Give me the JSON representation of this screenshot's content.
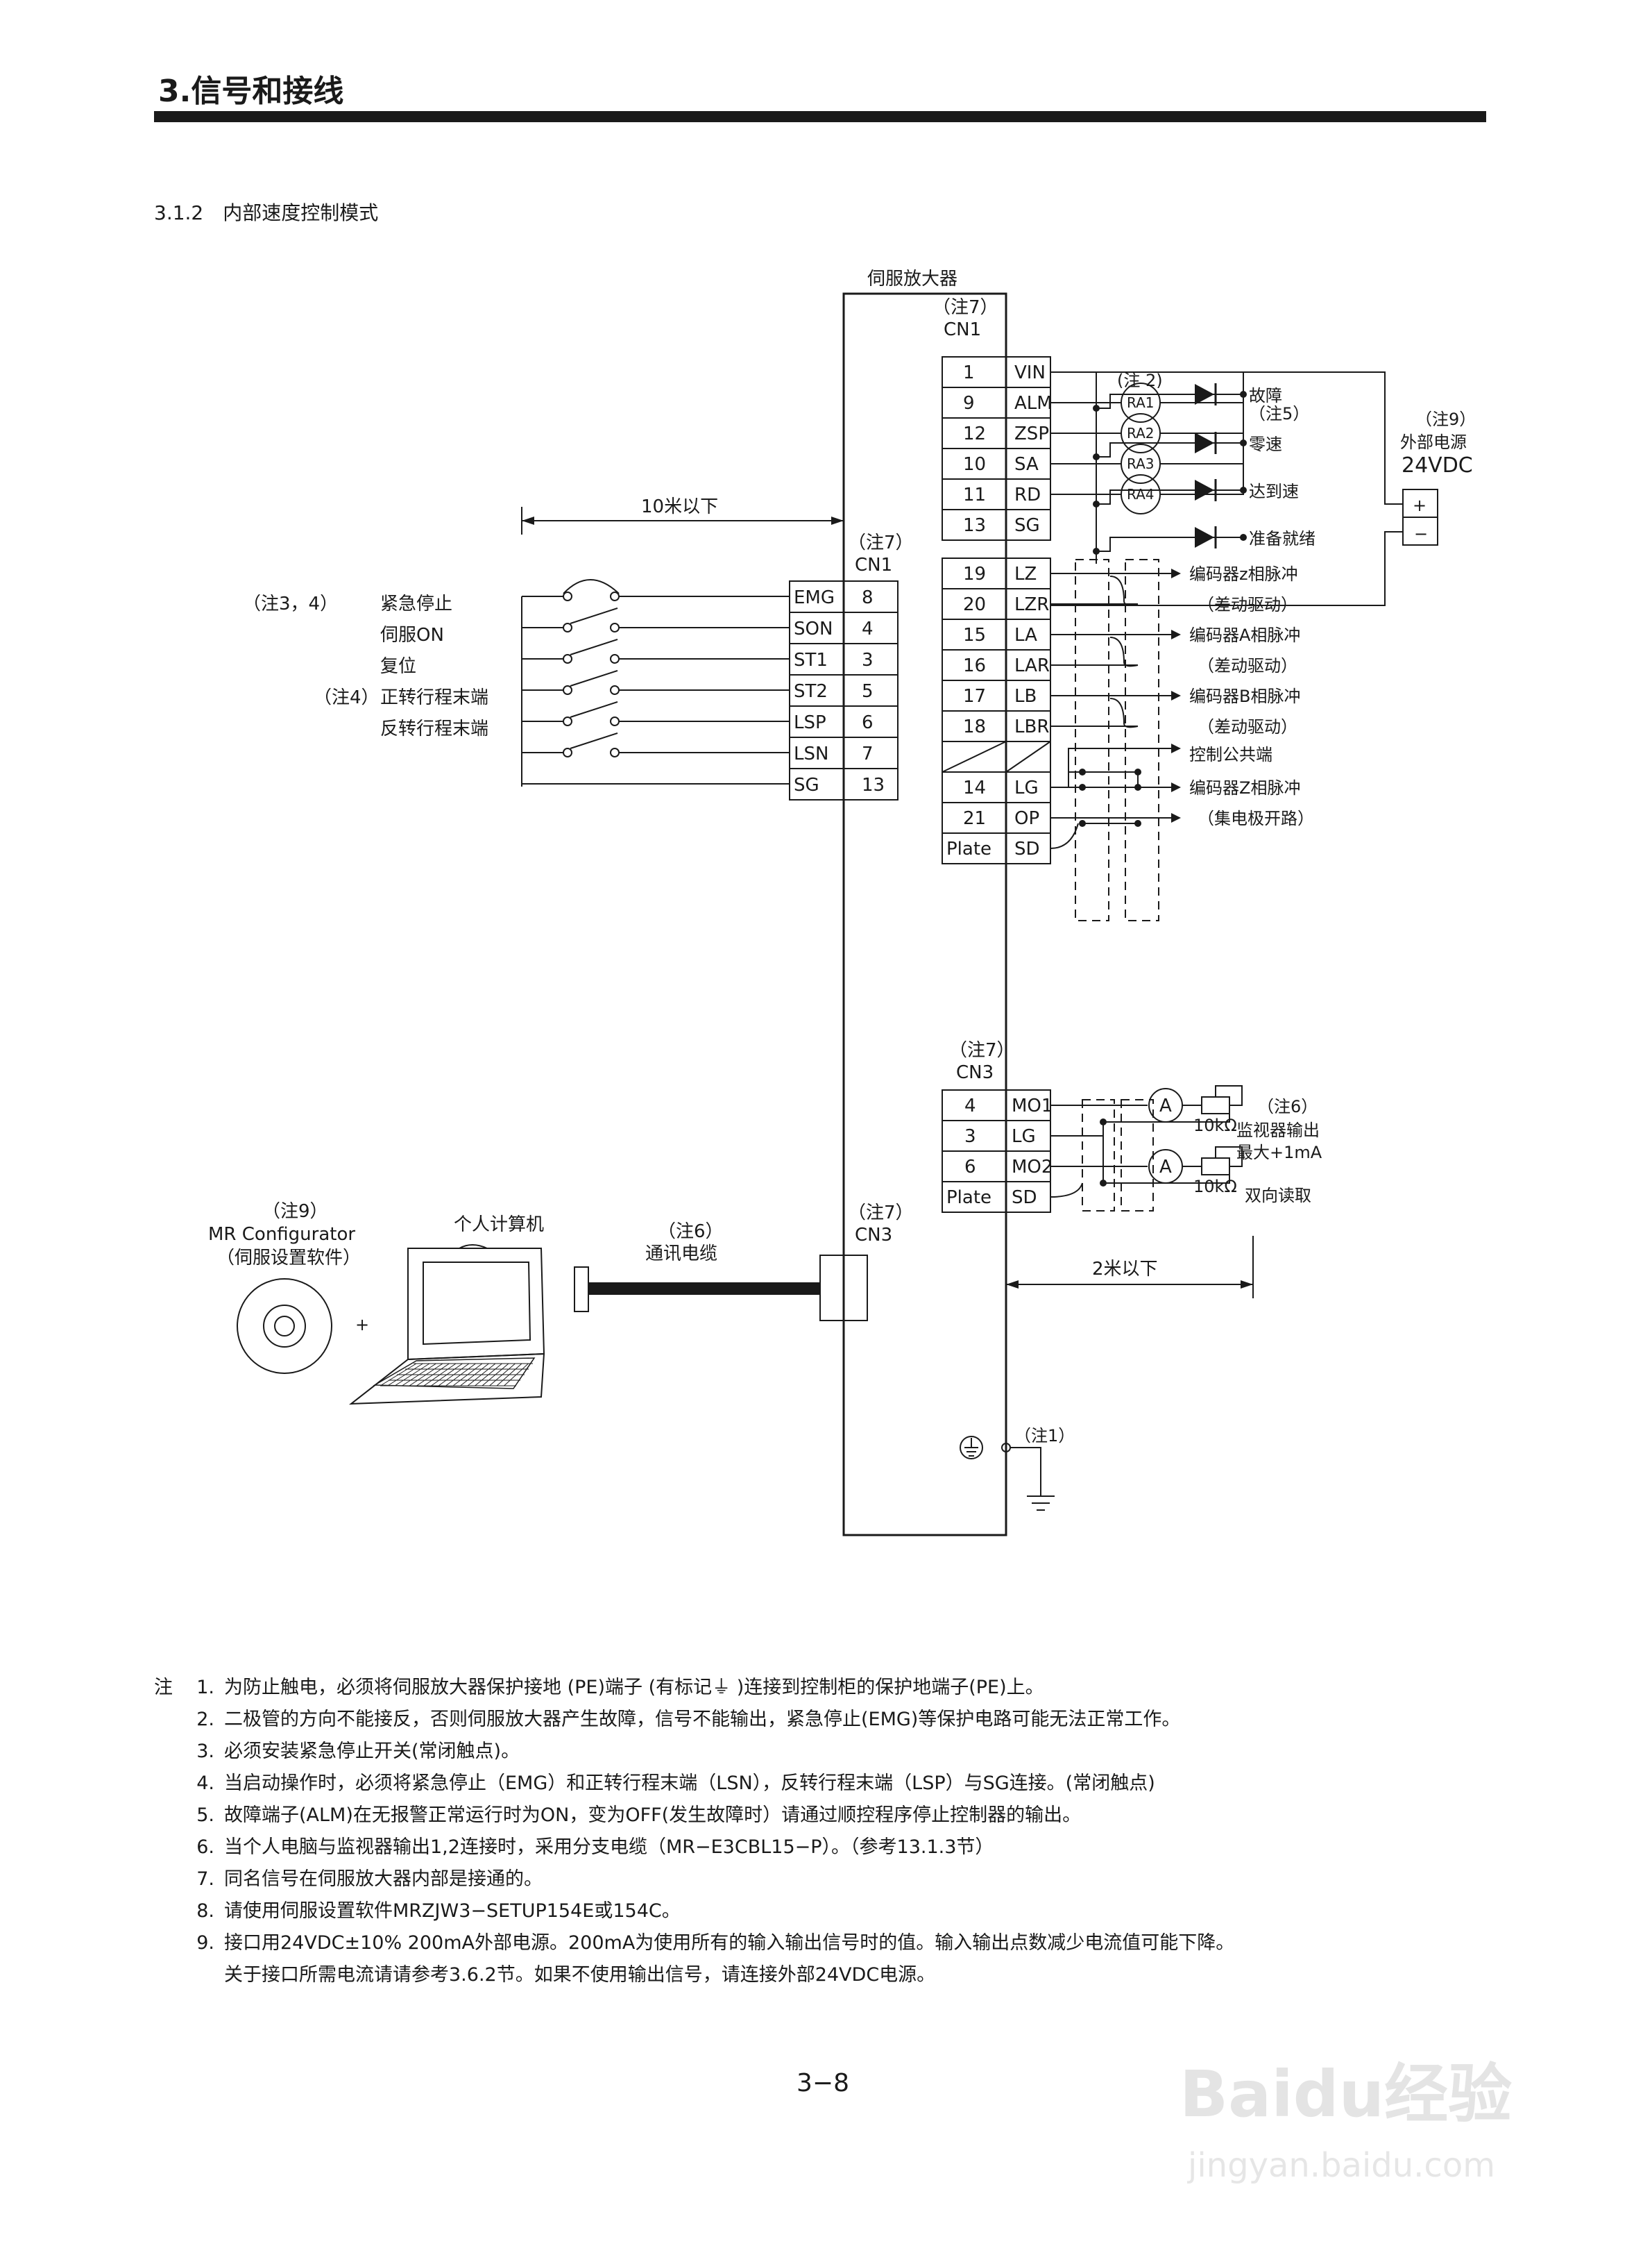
{
  "header": {
    "chapter": "3.信号和接线",
    "section": "3.1.2　内部速度控制模式"
  },
  "diagram": {
    "amp_title": "伺服放大器",
    "cn1_note": "（注7）",
    "cn1_label": "CN1",
    "cn1b_note": "（注7）",
    "cn1b_label": "CN1",
    "distance_left": "10米以下",
    "inputs": [
      {
        "label": "紧急停止",
        "note": "（注3，4）",
        "pin": "EMG",
        "num": "8"
      },
      {
        "label": "伺服ON",
        "note": "",
        "pin": "SON",
        "num": "4"
      },
      {
        "label": "复位",
        "note": "",
        "pin": "ST1",
        "num": "3"
      },
      {
        "label": "正转行程末端",
        "note": "（注4）",
        "pin": "ST2",
        "num": "5"
      },
      {
        "label": "反转行程末端",
        "note": "",
        "pin": "LSP",
        "num": "6"
      },
      {
        "label": "",
        "note": "",
        "pin": "LSN",
        "num": "7"
      },
      {
        "label": "",
        "note": "",
        "pin": "SG",
        "num": "13"
      }
    ],
    "cn1_pins": [
      {
        "num": "1",
        "name": "VIN"
      },
      {
        "num": "9",
        "name": "ALM"
      },
      {
        "num": "12",
        "name": "ZSP"
      },
      {
        "num": "10",
        "name": "SA"
      },
      {
        "num": "11",
        "name": "RD"
      },
      {
        "num": "13",
        "name": "SG"
      },
      {
        "num": "19",
        "name": "LZ"
      },
      {
        "num": "20",
        "name": "LZR"
      },
      {
        "num": "15",
        "name": "LA"
      },
      {
        "num": "16",
        "name": "LAR"
      },
      {
        "num": "17",
        "name": "LB"
      },
      {
        "num": "18",
        "name": "LBR"
      },
      {
        "num": "",
        "name": ""
      },
      {
        "num": "14",
        "name": "LG"
      },
      {
        "num": "21",
        "name": "OP"
      },
      {
        "num": "Plate",
        "name": "SD"
      }
    ],
    "relays": {
      "note": "(注 2)",
      "items": [
        {
          "tag": "RA1",
          "label": "故障"
        },
        {
          "tag": "RA2",
          "label": "零速"
        },
        {
          "tag": "RA3",
          "label": "达到速"
        },
        {
          "tag": "RA4",
          "label": "准备就绪"
        }
      ],
      "alm_note": "（注5）"
    },
    "power": {
      "note": "（注9）",
      "label": "外部电源",
      "voltage": "24VDC",
      "plus": "+",
      "minus": "−"
    },
    "encoder_labels": [
      "编码器z相脉冲",
      "（差动驱动）",
      "编码器A相脉冲",
      "（差动驱动）",
      "编码器B相脉冲",
      "（差动驱动）",
      "控制公共端",
      "编码器Z相脉冲",
      "（集电极开路）"
    ],
    "cn3_note": "（注7）",
    "cn3_label": "CN3",
    "cn3_pins": [
      {
        "num": "4",
        "name": "MO1"
      },
      {
        "num": "3",
        "name": "LG"
      },
      {
        "num": "6",
        "name": "MO2"
      },
      {
        "num": "Plate",
        "name": "SD"
      }
    ],
    "monitor": {
      "note": "（注6）",
      "line1": "监视器输出",
      "line2": "最大+1mA",
      "line3": "双向读取",
      "res": "10kΩ",
      "meter": "A"
    },
    "distance_right": "2米以下",
    "pc": {
      "sw_note": "（注9）",
      "sw_name": "MR Configurator",
      "sw_desc": "（伺服设置软件）",
      "pc_label": "个人计算机",
      "plus": "+"
    },
    "cable": {
      "note": "（注6）",
      "label": "通讯电缆"
    },
    "cn3b_note": "（注7）",
    "cn3b_label": "CN3",
    "ground_note": "（注1）"
  },
  "notes": {
    "lead": "注",
    "items": [
      {
        "n": "1.",
        "text": "为防止触电，必须将伺服放大器保护接地 (PE)端子 (有标记⏚ )连接到控制柜的保护地端子(PE)上。"
      },
      {
        "n": "2.",
        "text": "二极管的方向不能接反，否则伺服放大器产生故障，信号不能输出，紧急停止(EMG)等保护电路可能无法正常工作。"
      },
      {
        "n": "3.",
        "text": "必须安装紧急停止开关(常闭触点)。"
      },
      {
        "n": "4.",
        "text": "当启动操作时，必须将紧急停止（EMG）和正转行程末端（LSN），反转行程末端（LSP）与SG连接。(常闭触点)"
      },
      {
        "n": "5.",
        "text": "故障端子(ALM)在无报警正常运行时为ON，变为OFF(发生故障时）请通过顺控程序停止控制器的输出。"
      },
      {
        "n": "6.",
        "text": "当个人电脑与监视器输出1,2连接时，采用分支电缆（MR−E3CBL15−P）。（参考13.1.3节）"
      },
      {
        "n": "7.",
        "text": "同名信号在伺服放大器内部是接通的。"
      },
      {
        "n": "8.",
        "text": "请使用伺服设置软件MRZJW3−SETUP154E或154C。"
      },
      {
        "n": "9.",
        "text": "接口用24VDC±10% 200mA外部电源。200mA为使用所有的输入输出信号时的值。输入输出点数减少电流值可能下降。"
      },
      {
        "n": "",
        "text": "关于接口所需电流请请参考3.6.2节。如果不使用输出信号，请连接外部24VDC电源。"
      }
    ]
  },
  "footer": {
    "page_number": "3−8"
  },
  "watermark": {
    "brand": "Baidu经验",
    "url": "jingyan.baidu.com"
  }
}
